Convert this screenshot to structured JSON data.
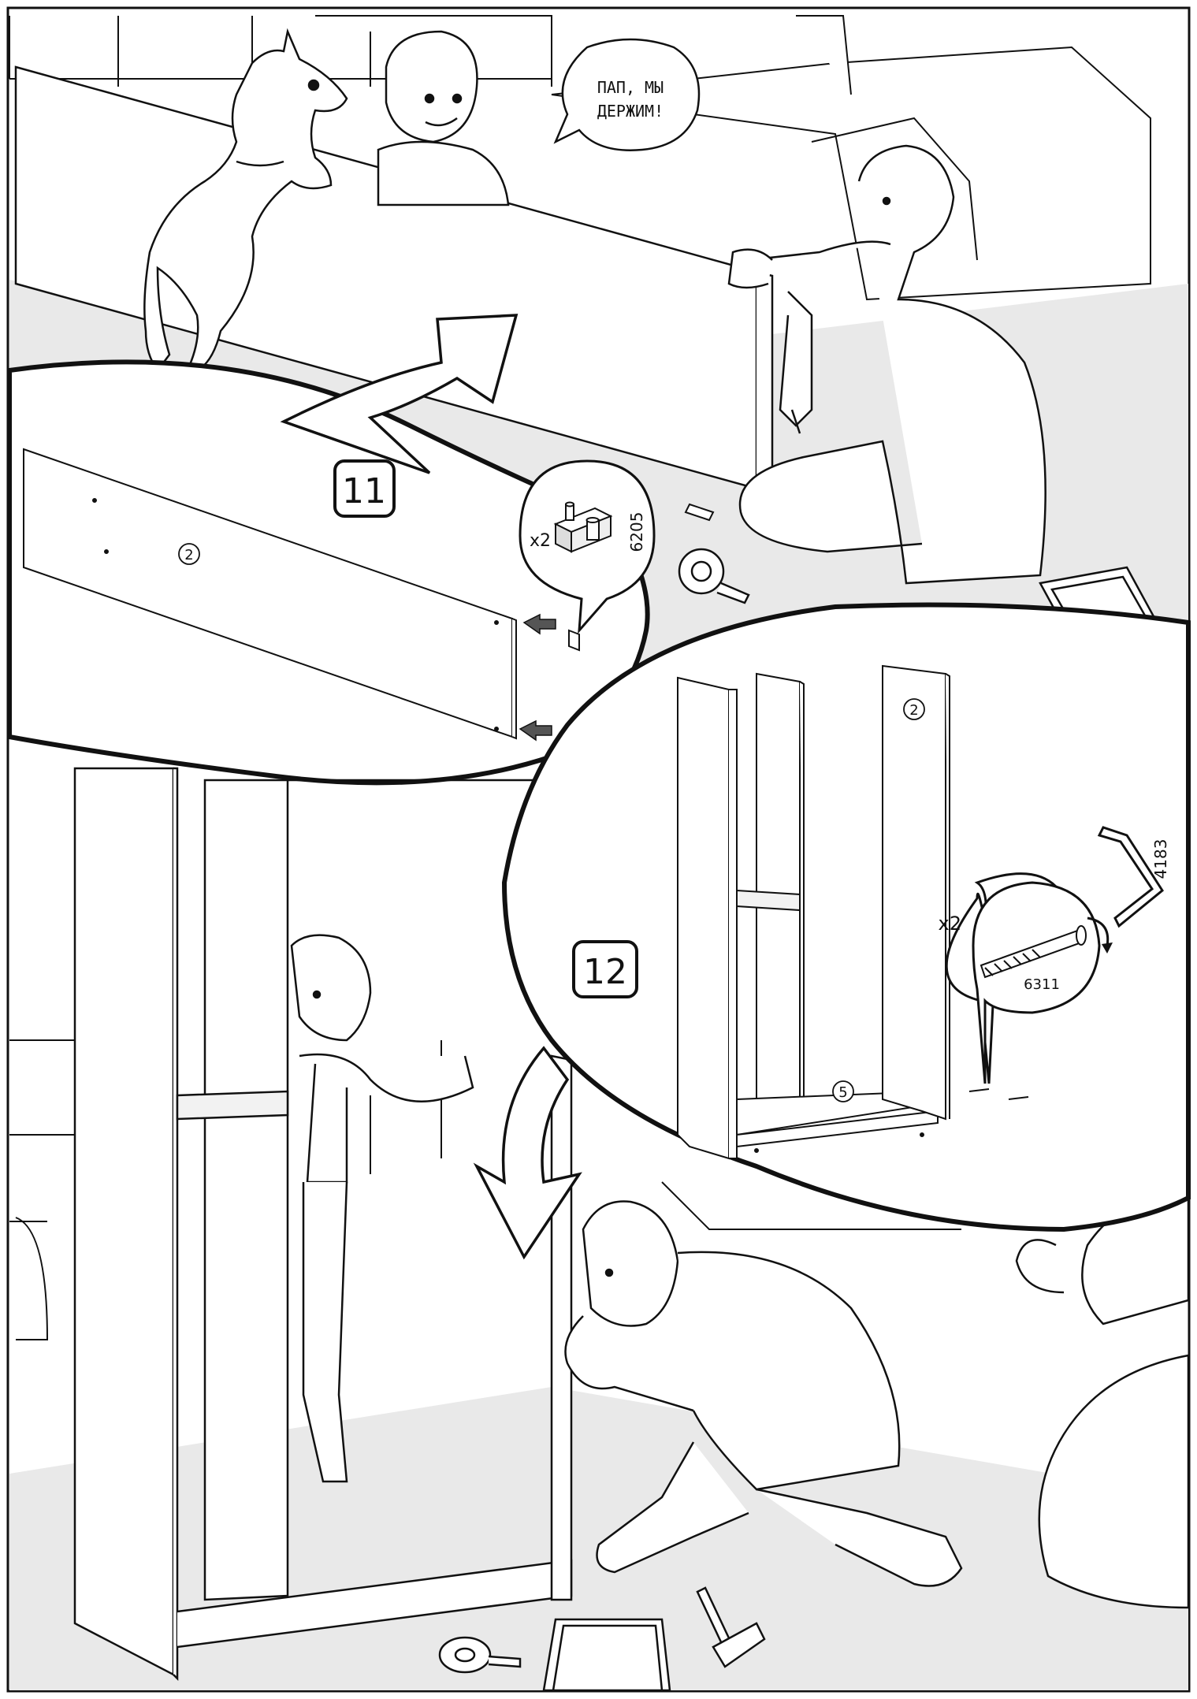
{
  "speech_bubble": {
    "line1": "ПАП, МЫ",
    "line2": "ДЕРЖИМ!"
  },
  "step11": {
    "number": "11",
    "panel_label": "2",
    "fitting_qty": "x2",
    "fitting_code": "6205"
  },
  "step12": {
    "number": "12",
    "panel_label_top": "2",
    "panel_label_bottom": "5",
    "screw_qty": "x2",
    "screw_code": "6311",
    "tool_code": "4183"
  },
  "colors": {
    "ink": "#111111",
    "floor": "#e9e9e9",
    "paper": "#ffffff",
    "arrow_fill": "#ffffff"
  }
}
